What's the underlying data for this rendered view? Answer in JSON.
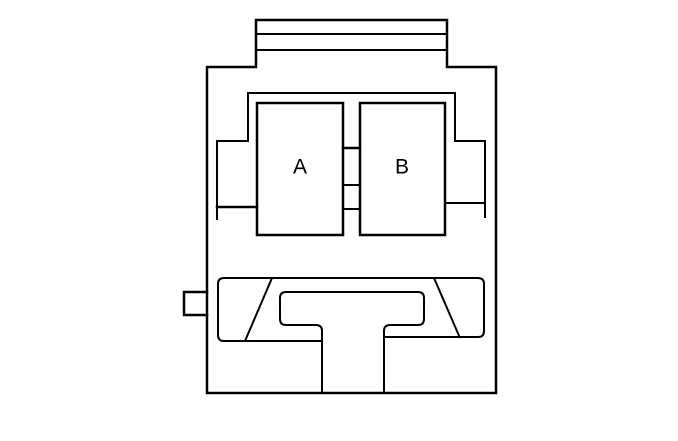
{
  "diagram": {
    "type": "connector-face-view",
    "background": "#ffffff",
    "line_color": "#000000",
    "cavities": [
      {
        "id": "A",
        "label": "A"
      },
      {
        "id": "B",
        "label": "B"
      }
    ]
  }
}
